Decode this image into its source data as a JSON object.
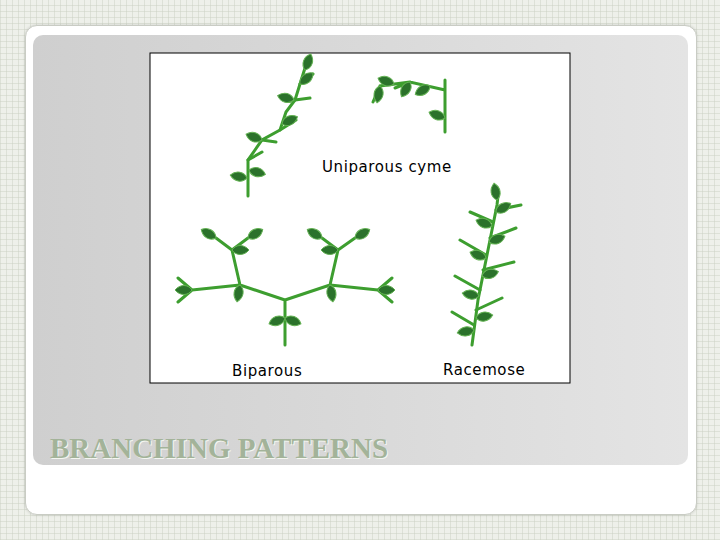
{
  "diagram": {
    "title": "BRANCHING PATTERNS",
    "labels": [
      "Uniparous cyme",
      "Biparous",
      "Racemose"
    ]
  }
}
